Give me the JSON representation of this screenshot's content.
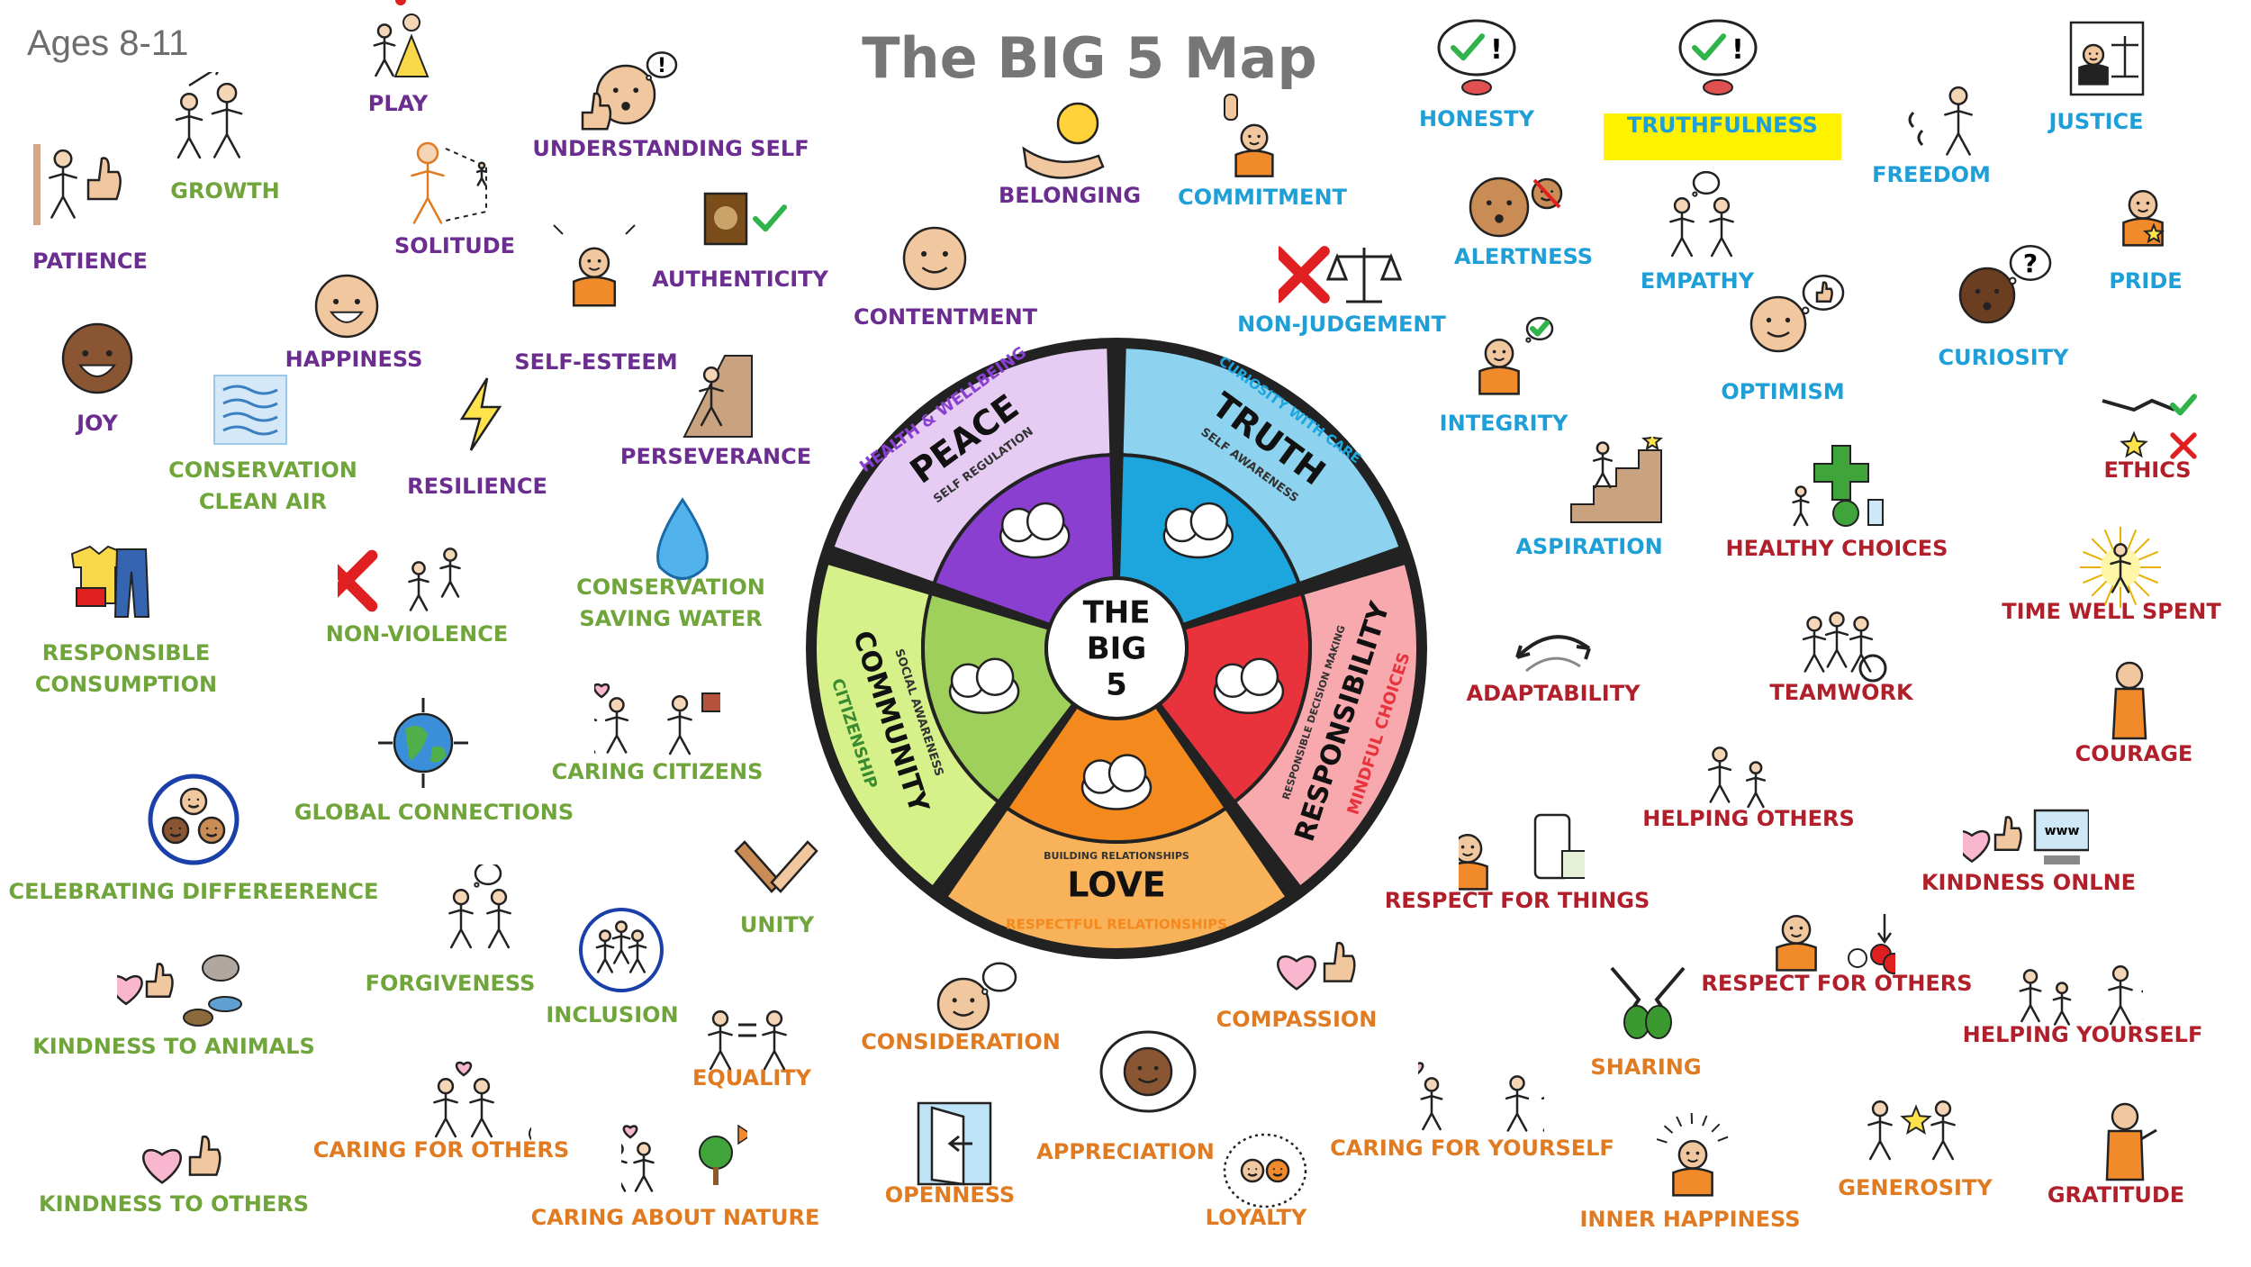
{
  "title": "The BIG 5 Map",
  "ages": "Ages 8-11",
  "colors": {
    "purple": "#6c2d90",
    "green": "#6fa53a",
    "orange": "#e07b22",
    "blue": "#1e9fd8",
    "red": "#b01f2a"
  },
  "wheel": {
    "center": [
      "THE",
      "BIG",
      "5"
    ],
    "segments": [
      {
        "name": "peace",
        "main": "PEACE",
        "outer": "HEALTH & WELLBEING",
        "inner": "SELF REGULATION",
        "fill": "#e6ccf2",
        "inner_fill": "#8a3fd1"
      },
      {
        "name": "truth",
        "main": "TRUTH",
        "outer": "CURIOSITY WITH CARE",
        "inner": "SELF AWARENESS",
        "fill": "#8dd3f0",
        "inner_fill": "#1da6de"
      },
      {
        "name": "responsibility",
        "main": "RESPONSIBILITY",
        "outer": "MINDFUL CHOICES",
        "inner": "RESPONSIBLE DECISION MAKING",
        "fill": "#f7a9ae",
        "inner_fill": "#e8333d"
      },
      {
        "name": "love",
        "main": "LOVE",
        "outer": "RESPECTFUL RELATIONSHIPS",
        "inner": "BUILDING RELATIONSHIPS",
        "fill": "#f7b25a",
        "inner_fill": "#f48a1e"
      },
      {
        "name": "community",
        "main": "COMMUNITY",
        "outer": "CITIZENSHIP",
        "inner": "SOCIAL AWARENESS",
        "fill": "#d6f08a",
        "inner_fill": "#9ed05b"
      }
    ]
  },
  "labels": [
    {
      "id": "growth",
      "lines": [
        "GROWTH"
      ],
      "color": "#6fa53a",
      "icon": "growth-people-icon"
    },
    {
      "id": "play",
      "lines": [
        "PLAY"
      ],
      "color": "#6c2d90",
      "icon": "children-playing-icon"
    },
    {
      "id": "understanding-self",
      "lines": [
        "UNDERSTANDING SELF"
      ],
      "color": "#6c2d90",
      "icon": "thinking-face-icon"
    },
    {
      "id": "patience",
      "lines": [
        "PATIENCE"
      ],
      "color": "#6c2d90",
      "icon": "waiting-person-icon"
    },
    {
      "id": "solitude",
      "lines": [
        "SOLITUDE"
      ],
      "color": "#6c2d90",
      "icon": "alone-person-icon"
    },
    {
      "id": "authenticity",
      "lines": [
        "AUTHENTICITY"
      ],
      "color": "#6c2d90",
      "icon": "portrait-check-icon"
    },
    {
      "id": "happiness",
      "lines": [
        "HAPPINESS"
      ],
      "color": "#6c2d90",
      "icon": "happy-face-icon"
    },
    {
      "id": "self-esteem",
      "lines": [
        "SELF-ESTEEM"
      ],
      "color": "#6c2d90",
      "icon": "proud-person-icon"
    },
    {
      "id": "joy",
      "lines": [
        "JOY"
      ],
      "color": "#6c2d90",
      "icon": "joyful-face-icon"
    },
    {
      "id": "conservation-clean-air",
      "lines": [
        "CONSERVATION",
        "CLEAN AIR"
      ],
      "color": "#6fa53a",
      "icon": "wind-icon"
    },
    {
      "id": "resilience",
      "lines": [
        "RESILIENCE"
      ],
      "color": "#6c2d90",
      "icon": "lightning-icon"
    },
    {
      "id": "perseverance",
      "lines": [
        "PERSEVERANCE"
      ],
      "color": "#6c2d90",
      "icon": "climbing-icon"
    },
    {
      "id": "belonging",
      "lines": [
        "BELONGING"
      ],
      "color": "#6c2d90",
      "icon": "hands-sun-icon"
    },
    {
      "id": "commitment",
      "lines": [
        "COMMITMENT"
      ],
      "color": "#1e9fd8",
      "icon": "raised-hand-icon"
    },
    {
      "id": "contentment",
      "lines": [
        "CONTENTMENT"
      ],
      "color": "#6c2d90",
      "icon": "calm-face-icon"
    },
    {
      "id": "non-judgement",
      "lines": [
        "NON-JUDGEMENT"
      ],
      "color": "#1e9fd8",
      "icon": "no-scales-icon"
    },
    {
      "id": "responsible-consumption",
      "lines": [
        "RESPONSIBLE",
        "CONSUMPTION"
      ],
      "color": "#6fa53a",
      "icon": "clothes-icon"
    },
    {
      "id": "non-violence",
      "lines": [
        "NON-VIOLENCE"
      ],
      "color": "#6fa53a",
      "icon": "no-fighting-icon"
    },
    {
      "id": "conservation-saving-water",
      "lines": [
        "CONSERVATION",
        "SAVING WATER"
      ],
      "color": "#6fa53a",
      "icon": "water-drop-icon"
    },
    {
      "id": "global-connections",
      "lines": [
        "GLOBAL CONNECTIONS"
      ],
      "color": "#6fa53a",
      "icon": "globe-icon"
    },
    {
      "id": "caring-citizens",
      "lines": [
        "CARING CITIZENS"
      ],
      "color": "#6fa53a",
      "icon": "people-houses-icon"
    },
    {
      "id": "celebrating-difference",
      "lines": [
        "CELEBRATING DIFFEREERENCE"
      ],
      "color": "#6fa53a",
      "icon": "diverse-faces-icon"
    },
    {
      "id": "unity",
      "lines": [
        "UNITY"
      ],
      "color": "#6fa53a",
      "icon": "holding-hands-icon"
    },
    {
      "id": "forgiveness",
      "lines": [
        "FORGIVENESS"
      ],
      "color": "#6fa53a",
      "icon": "forgiving-people-icon"
    },
    {
      "id": "inclusion",
      "lines": [
        "INCLUSION"
      ],
      "color": "#6fa53a",
      "icon": "inclusive-circle-icon"
    },
    {
      "id": "kindness-to-animals",
      "lines": [
        "KINDNESS TO ANIMALS"
      ],
      "color": "#6fa53a",
      "icon": "heart-animals-icon"
    },
    {
      "id": "equality",
      "lines": [
        "EQUALITY"
      ],
      "color": "#e07b22",
      "icon": "equal-people-icon"
    },
    {
      "id": "caring-for-others",
      "lines": [
        "CARING FOR OTHERS"
      ],
      "color": "#e07b22",
      "icon": "caring-people-icon"
    },
    {
      "id": "kindness-to-others",
      "lines": [
        "KINDNESS TO OTHERS"
      ],
      "color": "#6fa53a",
      "icon": "heart-thumb-icon"
    },
    {
      "id": "caring-about-nature",
      "lines": [
        "CARING ABOUT NATURE"
      ],
      "color": "#e07b22",
      "icon": "nature-icon"
    },
    {
      "id": "consideration",
      "lines": [
        "CONSIDERATION"
      ],
      "color": "#e07b22",
      "icon": "considering-face-icon"
    },
    {
      "id": "compassion",
      "lines": [
        "COMPASSION"
      ],
      "color": "#e07b22",
      "icon": "heart-thumb-icon"
    },
    {
      "id": "appreciation",
      "lines": [
        "APPRECIATION"
      ],
      "color": "#e07b22",
      "icon": "appreciating-face-icon"
    },
    {
      "id": "openness",
      "lines": [
        "OPENNESS"
      ],
      "color": "#e07b22",
      "icon": "open-door-icon"
    },
    {
      "id": "loyalty",
      "lines": [
        "LOYALTY"
      ],
      "color": "#e07b22",
      "icon": "loyal-group-icon"
    },
    {
      "id": "caring-for-yourself",
      "lines": [
        "CARING FOR YOURSELF"
      ],
      "color": "#e07b22",
      "icon": "self-care-icon"
    },
    {
      "id": "sharing",
      "lines": [
        "SHARING"
      ],
      "color": "#e07b22",
      "icon": "sharing-hands-icon"
    },
    {
      "id": "inner-happiness",
      "lines": [
        "INNER HAPPINESS"
      ],
      "color": "#e07b22",
      "icon": "glowing-person-icon"
    },
    {
      "id": "generosity",
      "lines": [
        "GENEROSITY"
      ],
      "color": "#e07b22",
      "icon": "giving-star-icon"
    },
    {
      "id": "honesty",
      "lines": [
        "HONESTY"
      ],
      "color": "#1e9fd8",
      "icon": "speech-check-icon"
    },
    {
      "id": "truthfulness",
      "lines": [
        "TRUTHFULNESS"
      ],
      "color": "#1e9fd8",
      "icon": "speech-check-icon"
    },
    {
      "id": "justice",
      "lines": [
        "JUSTICE"
      ],
      "color": "#1e9fd8",
      "icon": "judge-icon"
    },
    {
      "id": "freedom",
      "lines": [
        "FREEDOM"
      ],
      "color": "#1e9fd8",
      "icon": "broken-chains-icon"
    },
    {
      "id": "alertness",
      "lines": [
        "ALERTNESS"
      ],
      "color": "#1e9fd8",
      "icon": "alert-face-icon"
    },
    {
      "id": "empathy",
      "lines": [
        "EMPATHY"
      ],
      "color": "#1e9fd8",
      "icon": "empathy-people-icon"
    },
    {
      "id": "pride",
      "lines": [
        "PRIDE"
      ],
      "color": "#1e9fd8",
      "icon": "star-person-icon"
    },
    {
      "id": "curiosity",
      "lines": [
        "CURIOSITY"
      ],
      "color": "#1e9fd8",
      "icon": "question-face-icon"
    },
    {
      "id": "optimism",
      "lines": [
        "OPTIMISM"
      ],
      "color": "#1e9fd8",
      "icon": "optimist-face-icon"
    },
    {
      "id": "integrity",
      "lines": [
        "INTEGRITY"
      ],
      "color": "#1e9fd8",
      "icon": "integrity-person-icon"
    },
    {
      "id": "ethics",
      "lines": [
        "ETHICS"
      ],
      "color": "#b01f2a",
      "icon": "handshake-check-icon"
    },
    {
      "id": "aspiration",
      "lines": [
        "ASPIRATION"
      ],
      "color": "#1e9fd8",
      "icon": "stairs-star-icon"
    },
    {
      "id": "healthy-choices",
      "lines": [
        "HEALTHY CHOICES"
      ],
      "color": "#b01f2a",
      "icon": "healthy-icon"
    },
    {
      "id": "time-well-spent",
      "lines": [
        "TIME WELL SPENT"
      ],
      "color": "#b01f2a",
      "icon": "shining-person-icon"
    },
    {
      "id": "adaptability",
      "lines": [
        "ADAPTABILITY"
      ],
      "color": "#b01f2a",
      "icon": "curved-arrows-icon"
    },
    {
      "id": "teamwork",
      "lines": [
        "TEAMWORK"
      ],
      "color": "#b01f2a",
      "icon": "team-icon"
    },
    {
      "id": "courage",
      "lines": [
        "COURAGE"
      ],
      "color": "#b01f2a",
      "icon": "brave-person-icon"
    },
    {
      "id": "helping-others",
      "lines": [
        "HELPING OTHERS"
      ],
      "color": "#b01f2a",
      "icon": "helping-icon"
    },
    {
      "id": "respect-for-things",
      "lines": [
        "RESPECT FOR THINGS"
      ],
      "color": "#b01f2a",
      "icon": "respect-things-icon"
    },
    {
      "id": "kindness-online",
      "lines": [
        "KINDNESS ONLNE"
      ],
      "color": "#b01f2a",
      "icon": "heart-computer-icon"
    },
    {
      "id": "respect-for-others",
      "lines": [
        "RESPECT FOR OTHERS"
      ],
      "color": "#b01f2a",
      "icon": "respect-others-icon"
    },
    {
      "id": "helping-yourself",
      "lines": [
        "HELPING YOURSELF"
      ],
      "color": "#b01f2a",
      "icon": "self-help-icon"
    },
    {
      "id": "gratitude",
      "lines": [
        "GRATITUDE"
      ],
      "color": "#b01f2a",
      "icon": "grateful-person-icon"
    }
  ]
}
